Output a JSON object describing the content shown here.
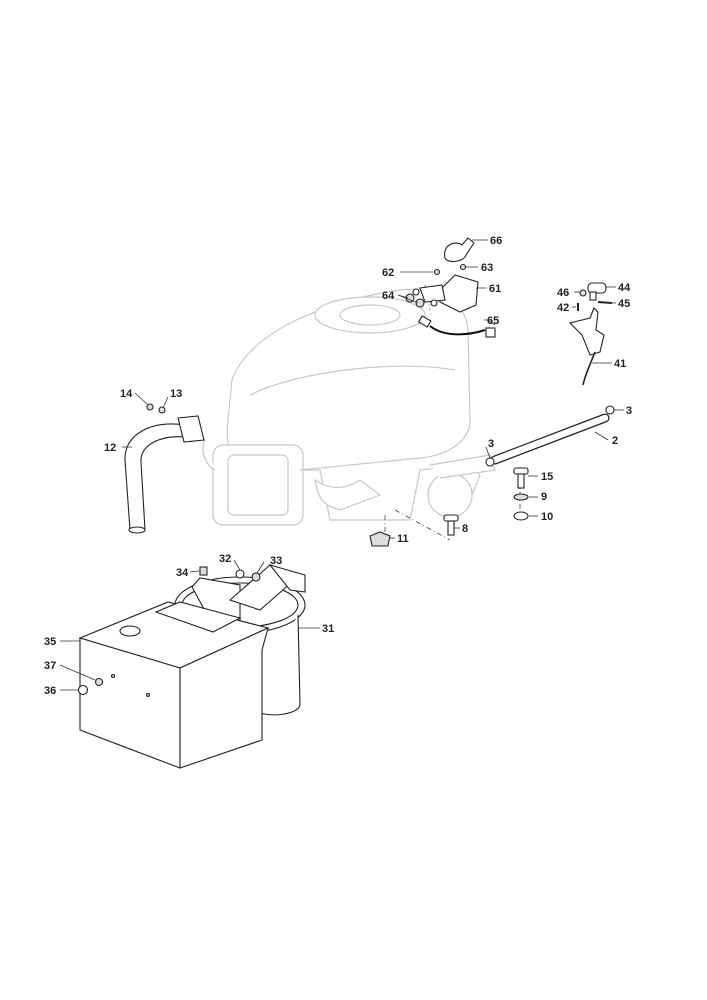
{
  "diagram": {
    "title": "Engine exploded parts diagram",
    "labels": [
      "66",
      "62",
      "63",
      "61",
      "64",
      "65",
      "46",
      "44",
      "42",
      "45",
      "41",
      "14",
      "13",
      "12",
      "3",
      "2",
      "3",
      "15",
      "9",
      "10",
      "8",
      "11",
      "32",
      "33",
      "34",
      "35",
      "37",
      "36",
      "31"
    ]
  }
}
